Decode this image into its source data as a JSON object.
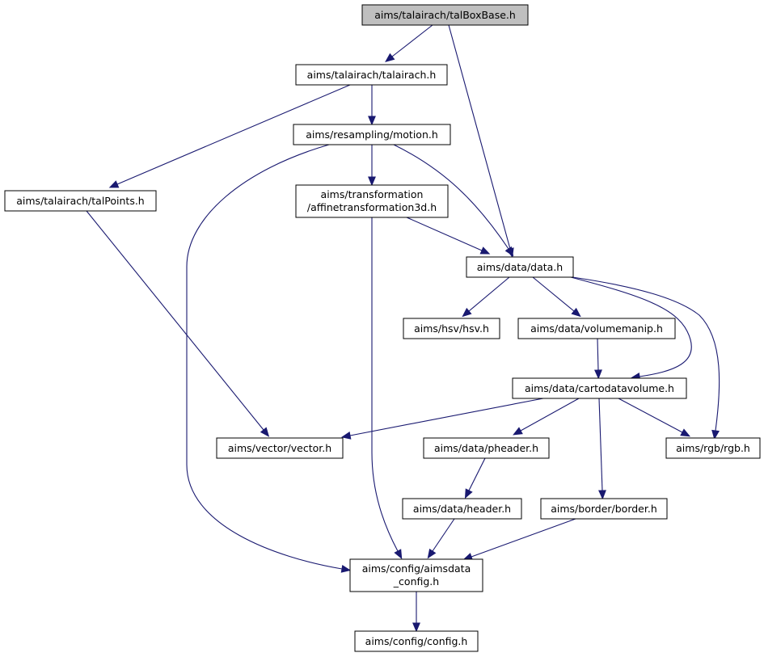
{
  "colors": {
    "node_fill": "#ffffff",
    "focus_fill": "#bfbfbf",
    "border": "#000000",
    "edge": "#191970"
  },
  "nodes": {
    "talboxbase": {
      "lines": [
        "aims/talairach/talBoxBase.h"
      ]
    },
    "talairach": {
      "lines": [
        "aims/talairach/talairach.h"
      ]
    },
    "motion": {
      "lines": [
        "aims/resampling/motion.h"
      ]
    },
    "talpoints": {
      "lines": [
        "aims/talairach/talPoints.h"
      ]
    },
    "affine": {
      "lines": [
        "aims/transformation",
        "/affinetransformation3d.h"
      ]
    },
    "data": {
      "lines": [
        "aims/data/data.h"
      ]
    },
    "hsv": {
      "lines": [
        "aims/hsv/hsv.h"
      ]
    },
    "volumemanip": {
      "lines": [
        "aims/data/volumemanip.h"
      ]
    },
    "cartodatavolume": {
      "lines": [
        "aims/data/cartodatavolume.h"
      ]
    },
    "vector": {
      "lines": [
        "aims/vector/vector.h"
      ]
    },
    "pheader": {
      "lines": [
        "aims/data/pheader.h"
      ]
    },
    "rgb": {
      "lines": [
        "aims/rgb/rgb.h"
      ]
    },
    "header": {
      "lines": [
        "aims/data/header.h"
      ]
    },
    "border": {
      "lines": [
        "aims/border/border.h"
      ]
    },
    "aimsdata_config": {
      "lines": [
        "aims/config/aimsdata",
        "_config.h"
      ]
    },
    "config": {
      "lines": [
        "aims/config/config.h"
      ]
    }
  },
  "edges": [
    [
      "talboxbase",
      "talairach"
    ],
    [
      "talboxbase",
      "data"
    ],
    [
      "talairach",
      "motion"
    ],
    [
      "talairach",
      "talpoints"
    ],
    [
      "motion",
      "affine"
    ],
    [
      "motion",
      "data"
    ],
    [
      "motion",
      "aimsdata_config"
    ],
    [
      "talpoints",
      "vector"
    ],
    [
      "affine",
      "data"
    ],
    [
      "affine",
      "aimsdata_config"
    ],
    [
      "data",
      "hsv"
    ],
    [
      "data",
      "volumemanip"
    ],
    [
      "data",
      "cartodatavolume"
    ],
    [
      "data",
      "rgb"
    ],
    [
      "volumemanip",
      "cartodatavolume"
    ],
    [
      "cartodatavolume",
      "vector"
    ],
    [
      "cartodatavolume",
      "pheader"
    ],
    [
      "cartodatavolume",
      "rgb"
    ],
    [
      "cartodatavolume",
      "border"
    ],
    [
      "pheader",
      "header"
    ],
    [
      "header",
      "aimsdata_config"
    ],
    [
      "border",
      "aimsdata_config"
    ],
    [
      "aimsdata_config",
      "config"
    ]
  ]
}
